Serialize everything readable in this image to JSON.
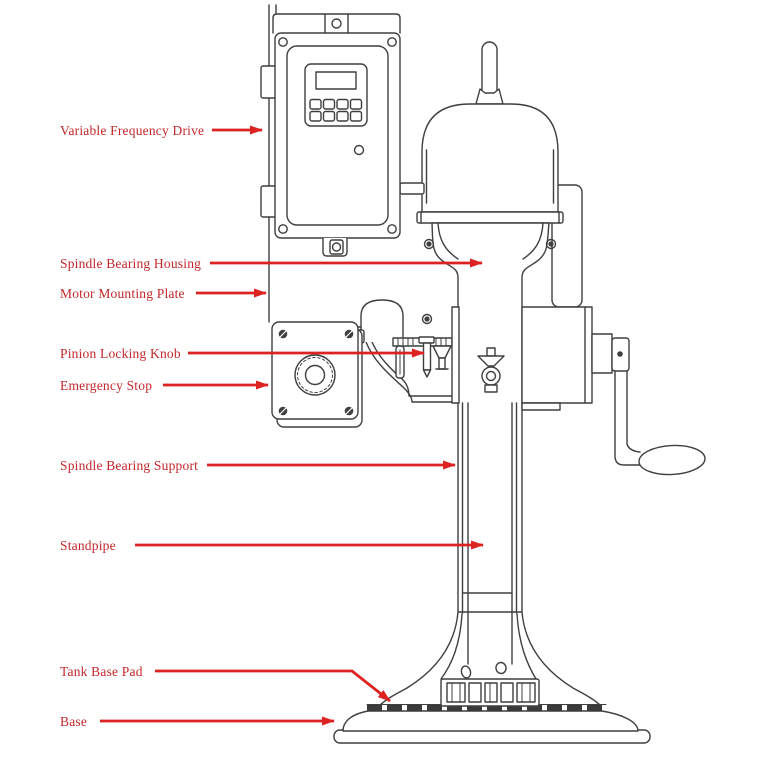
{
  "colors": {
    "label_text": "#c3272b",
    "arrow": "#dd2222",
    "line_art": "#3f3f3f",
    "pad_dark": "#3a3a3a",
    "background": "#ffffff"
  },
  "diagram": {
    "labels": [
      {
        "id": "variable-frequency-drive",
        "text": "Variable Frequency Drive"
      },
      {
        "id": "spindle-bearing-housing",
        "text": "Spindle Bearing Housing"
      },
      {
        "id": "motor-mounting-plate",
        "text": "Motor Mounting Plate"
      },
      {
        "id": "pinion-locking-knob",
        "text": "Pinion Locking Knob"
      },
      {
        "id": "emergency-stop",
        "text": "Emergency Stop"
      },
      {
        "id": "spindle-bearing-support",
        "text": "Spindle Bearing Support"
      },
      {
        "id": "standpipe",
        "text": "Standpipe"
      },
      {
        "id": "tank-base-pad",
        "text": "Tank Base Pad"
      },
      {
        "id": "base",
        "text": "Base"
      }
    ]
  }
}
